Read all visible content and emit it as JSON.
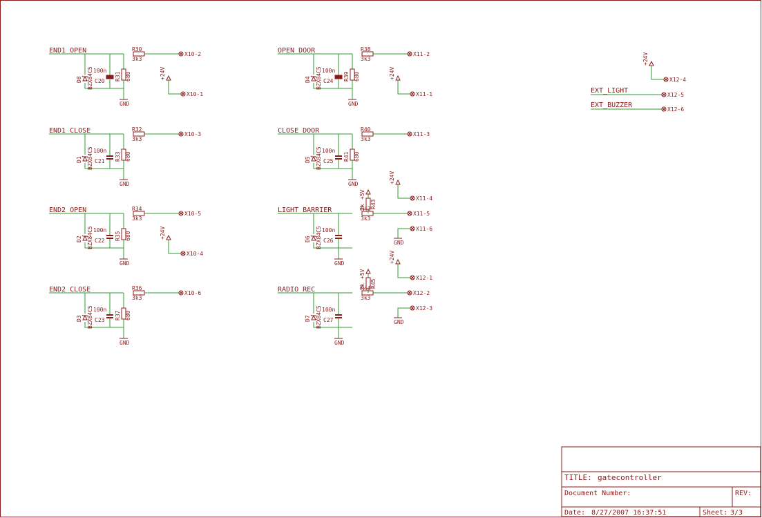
{
  "schematic": {
    "colors": {
      "wire": "#2e9a2e",
      "component": "#8a1a1a",
      "border": "#8a1a1a",
      "capacitor_fill": "#8a1a1a"
    },
    "supplies": {
      "plus24": "+24V",
      "gnd": "GND",
      "plus5": "+5V"
    },
    "left_column": [
      {
        "net": "END1_OPEN",
        "resistor_series": "R30",
        "series_value": "3k3",
        "connector_out": "X10-2",
        "diode": "D8",
        "diode_type": "BZX84C5",
        "cap": "C20",
        "cap_value": "100n",
        "cap_style": "filled",
        "resistor_shunt": "R31",
        "shunt_value": "680",
        "supply_connector": "X10-1"
      },
      {
        "net": "END1_CLOSE",
        "resistor_series": "R32",
        "series_value": "3k3",
        "connector_out": "X10-3",
        "diode": "D1",
        "diode_type": "BZX84C5",
        "cap": "C21",
        "cap_value": "100n",
        "cap_style": "open",
        "resistor_shunt": "R33",
        "shunt_value": "680"
      },
      {
        "net": "END2_OPEN",
        "resistor_series": "R34",
        "series_value": "3k3",
        "connector_out": "X10-5",
        "diode": "D2",
        "diode_type": "BZX84C5",
        "cap": "C22",
        "cap_value": "100n",
        "cap_style": "open",
        "resistor_shunt": "R35",
        "shunt_value": "680",
        "supply_connector": "X10-4"
      },
      {
        "net": "END2_CLOSE",
        "resistor_series": "R36",
        "series_value": "3k3",
        "connector_out": "X10-6",
        "diode": "D3",
        "diode_type": "BZX84C5",
        "cap": "C23",
        "cap_value": "100n",
        "cap_style": "open",
        "resistor_shunt": "R37",
        "shunt_value": "680"
      }
    ],
    "middle_column": [
      {
        "net": "OPEN_DOOR",
        "resistor_series": "R38",
        "series_value": "3k3",
        "connector_out": "X11-2",
        "diode": "D4",
        "diode_type": "BZX84C5",
        "cap": "C24",
        "cap_value": "100n",
        "cap_style": "filled",
        "resistor_shunt": "R39",
        "shunt_value": "680",
        "supply_connector": "X11-1"
      },
      {
        "net": "CLOSE_DOOR",
        "resistor_series": "R40",
        "series_value": "3k3",
        "connector_out": "X11-3",
        "diode": "D5",
        "diode_type": "BZX84C5",
        "cap": "C25",
        "cap_value": "100n",
        "cap_style": "open",
        "resistor_shunt": "R41",
        "shunt_value": "680",
        "supply_connector": "X11-4"
      },
      {
        "net": "LIGHT_BARRIER",
        "resistor_series": "R42",
        "series_value": "3k3",
        "connector_out": "X11-5",
        "diode": "D6",
        "diode_type": "BZX84C5",
        "cap": "C26",
        "cap_value": "100n",
        "cap_style": "open",
        "pullup": "R43",
        "pullup_value": "2k",
        "gnd_connector": "X11-6"
      },
      {
        "net": "RADIO_REC",
        "resistor_series": "R44",
        "series_value": "3k3",
        "connector_out": "X12-2",
        "diode": "D7",
        "diode_type": "BZX84C5",
        "cap": "C27",
        "cap_value": "100n",
        "cap_style": "open",
        "pullup": "R45",
        "pullup_value": "2k",
        "supply_connector": "X12-1",
        "gnd_connector": "X12-3"
      }
    ],
    "right_block": {
      "supply_connector": "X12-4",
      "outputs": [
        {
          "net": "EXT_LIGHT",
          "connector": "X12-5"
        },
        {
          "net": "EXT_BUZZER",
          "connector": "X12-6"
        }
      ]
    }
  },
  "title_block": {
    "title_label": "TITLE:",
    "title": "gatecontroller",
    "docnum_label": "Document Number:",
    "rev_label": "REV:",
    "date_label": "Date:",
    "date": "8/27/2007 16:37:51",
    "sheet_label": "Sheet:",
    "sheet": "3/3"
  }
}
